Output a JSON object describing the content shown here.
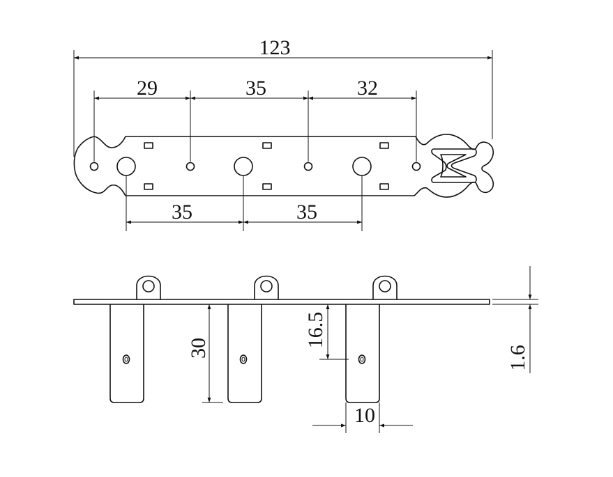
{
  "dimensions": {
    "overall_length": "123",
    "top_spacing_1": "29",
    "top_spacing_2": "35",
    "top_spacing_3": "32",
    "bottom_spacing_1": "35",
    "bottom_spacing_2": "35",
    "post_height": "30",
    "hole_height": "16.5",
    "plate_thickness": "1.6",
    "post_width": "10"
  }
}
